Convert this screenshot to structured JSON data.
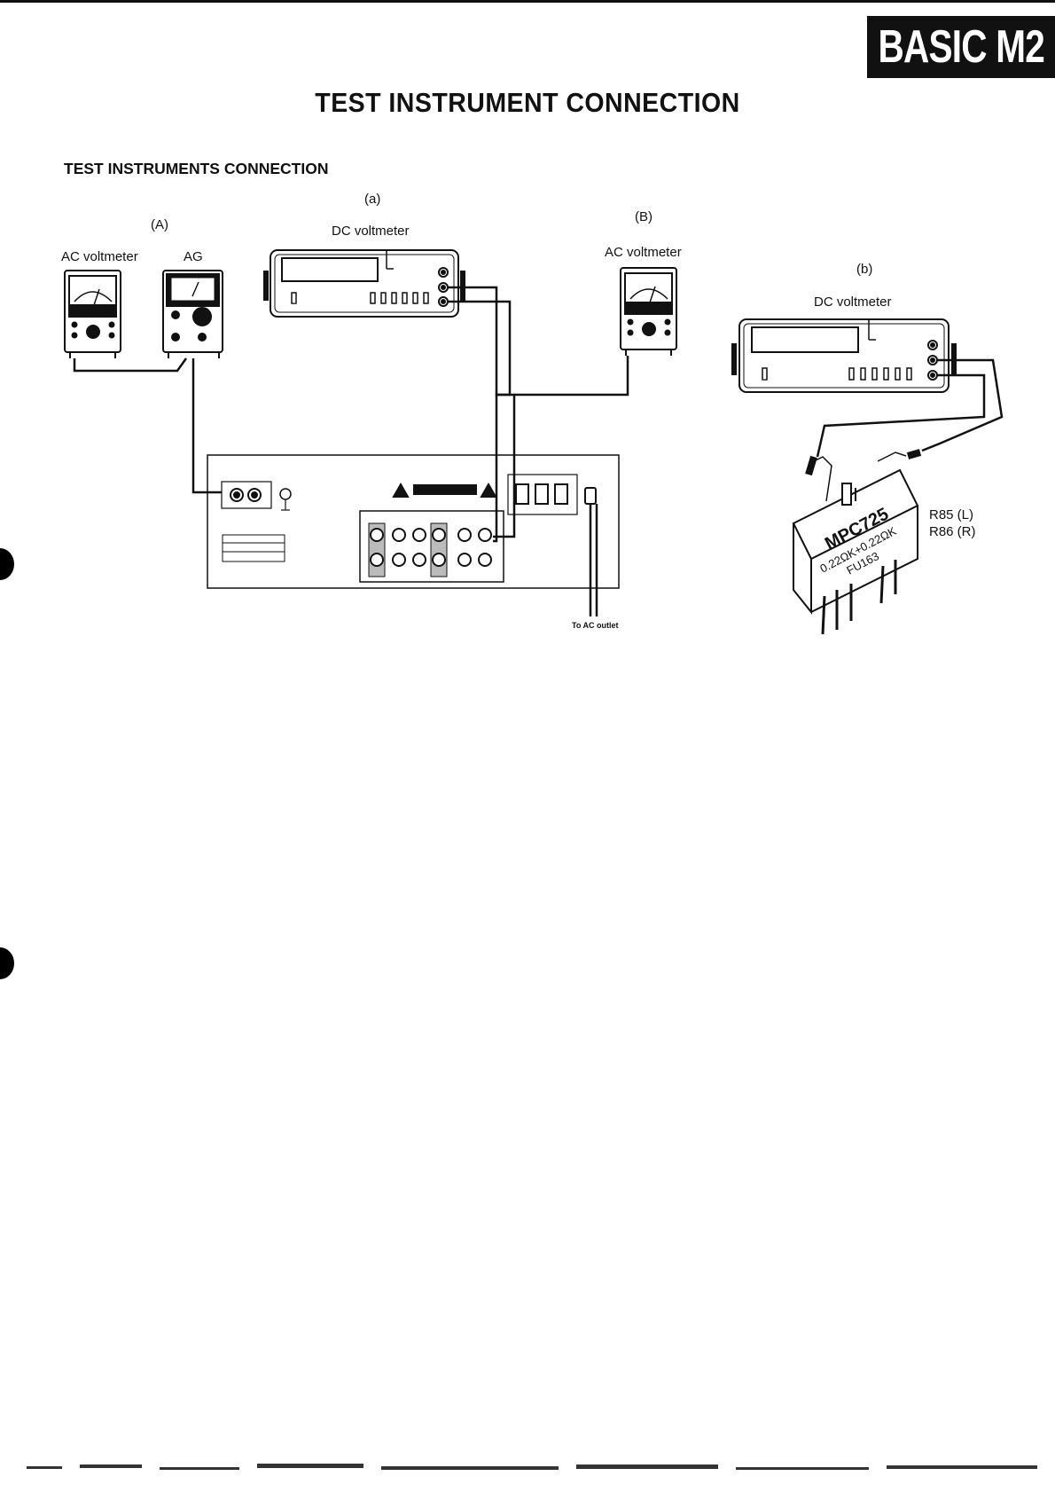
{
  "header": {
    "model_badge": "BASIC M2",
    "page_title": "TEST INSTRUMENT CONNECTION"
  },
  "section": {
    "title": "TEST INSTRUMENTS CONNECTION"
  },
  "diagram": {
    "group_A": "(A)",
    "group_a": "(a)",
    "group_B": "(B)",
    "group_b": "(b)",
    "ac_voltmeter_A": "AC voltmeter",
    "ag": "AG",
    "dc_voltmeter_a": "DC voltmeter",
    "ac_voltmeter_B": "AC voltmeter",
    "dc_voltmeter_b": "DC voltmeter",
    "digits_a": "0 000000",
    "digits_b": "0 000000",
    "ac_outlet": "To AC outlet",
    "chip_line1": "MPC725",
    "chip_line2": "0.22ΩK+0.22ΩK",
    "chip_line3": "FU163",
    "resistor_L": "R85 (L)",
    "resistor_R": "R86 (R)"
  }
}
